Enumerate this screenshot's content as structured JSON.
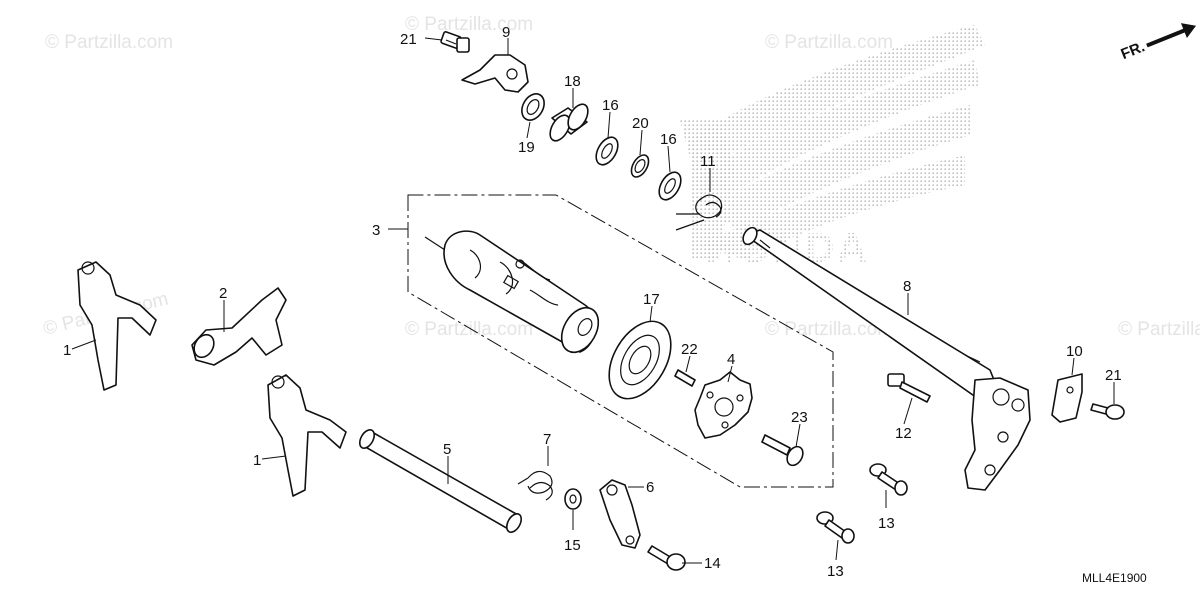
{
  "diagram": {
    "code": "MLL4E1900",
    "brand_text": "HONDA",
    "front_indicator": "FR.",
    "watermark": "© Partzilla.com",
    "callouts": [
      {
        "id": "c-21a",
        "label": "21"
      },
      {
        "id": "c-9",
        "label": "9"
      },
      {
        "id": "c-18",
        "label": "18"
      },
      {
        "id": "c-19",
        "label": "19"
      },
      {
        "id": "c-16a",
        "label": "16"
      },
      {
        "id": "c-20",
        "label": "20"
      },
      {
        "id": "c-16b",
        "label": "16"
      },
      {
        "id": "c-11",
        "label": "11"
      },
      {
        "id": "c-3",
        "label": "3"
      },
      {
        "id": "c-8",
        "label": "8"
      },
      {
        "id": "c-2",
        "label": "2"
      },
      {
        "id": "c-1a",
        "label": "1"
      },
      {
        "id": "c-17",
        "label": "17"
      },
      {
        "id": "c-22",
        "label": "22"
      },
      {
        "id": "c-4",
        "label": "4"
      },
      {
        "id": "c-10",
        "label": "10"
      },
      {
        "id": "c-21b",
        "label": "21"
      },
      {
        "id": "c-23",
        "label": "23"
      },
      {
        "id": "c-12",
        "label": "12"
      },
      {
        "id": "c-1b",
        "label": "1"
      },
      {
        "id": "c-5",
        "label": "5"
      },
      {
        "id": "c-7",
        "label": "7"
      },
      {
        "id": "c-6",
        "label": "6"
      },
      {
        "id": "c-13a",
        "label": "13"
      },
      {
        "id": "c-15",
        "label": "15"
      },
      {
        "id": "c-14",
        "label": "14"
      },
      {
        "id": "c-13b",
        "label": "13"
      }
    ]
  }
}
